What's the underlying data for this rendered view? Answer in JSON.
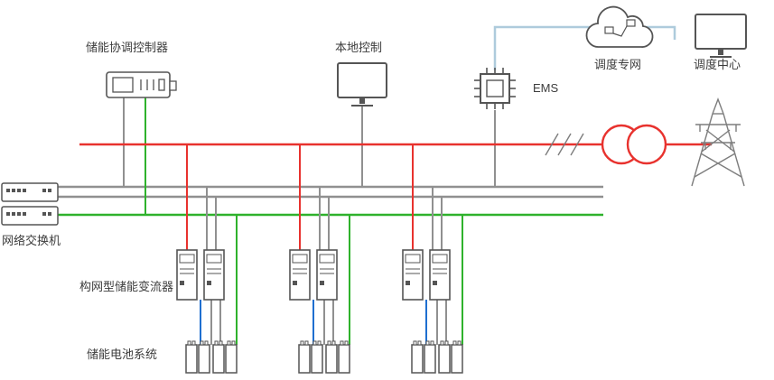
{
  "diagram": {
    "nodes": {
      "coordinator": {
        "label": "储能协调控制器"
      },
      "local_control": {
        "label": "本地控制"
      },
      "ems": {
        "label": "EMS"
      },
      "dispatch_network": {
        "label": "调度专网"
      },
      "dispatch_center": {
        "label": "调度中心"
      },
      "network_switch": {
        "label": "网络交换机"
      },
      "converters": {
        "label": "构网型储能变流器",
        "count": 3
      },
      "batteries": {
        "label": "储能电池系统",
        "count": 3
      }
    },
    "colors": {
      "power_line_red": "#e8322e",
      "comm_bus_gray": "#909090",
      "energy_bus_green": "#2fb22c",
      "battery_link_blue": "#1f6fd0",
      "scada_link_lightblue": "#aecbdc",
      "icon_stroke": "#555555",
      "label_text": "#3c3c3c"
    }
  }
}
